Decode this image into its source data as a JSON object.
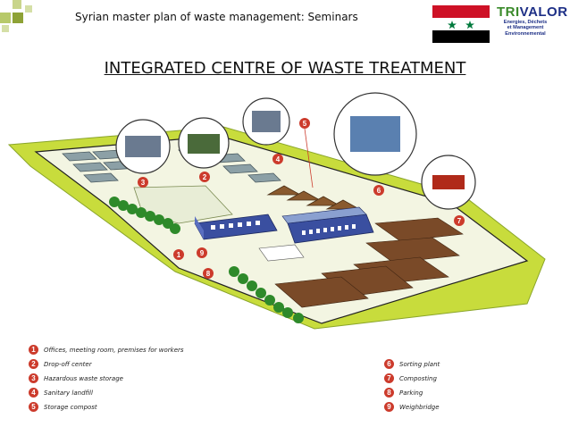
{
  "header": {
    "title": "Syrian master plan of waste management:  Seminars"
  },
  "logo": {
    "name_prefix": "TRI",
    "name_suffix": "VALOR",
    "tagline_line1": "Energies, Déchets",
    "tagline_line2": "et Management",
    "tagline_line3": "Environnemental"
  },
  "main_title": "INTEGRATED CENTRE OF WASTE TREATMENT",
  "map_markers": [
    "1",
    "2",
    "3",
    "4",
    "5",
    "6",
    "7",
    "8",
    "9"
  ],
  "legend_left": [
    {
      "num": "1",
      "label": "Offices, meeting room, premises for workers"
    },
    {
      "num": "2",
      "label": "Drop-off center"
    },
    {
      "num": "3",
      "label": "Hazardous waste storage"
    },
    {
      "num": "4",
      "label": "Sanitary landfill"
    },
    {
      "num": "5",
      "label": "Storage compost"
    }
  ],
  "legend_right": [
    {
      "num": "6",
      "label": "Sorting plant"
    },
    {
      "num": "7",
      "label": "Composting"
    },
    {
      "num": "8",
      "label": "Parking"
    },
    {
      "num": "9",
      "label": "Weighbridge"
    }
  ],
  "colors": {
    "accent_badge": "#cc3b2c",
    "grass": "#c8dc3c",
    "soil": "#7a4a28",
    "building": "#3a4fa0",
    "deco_green": "#9bb43a"
  }
}
